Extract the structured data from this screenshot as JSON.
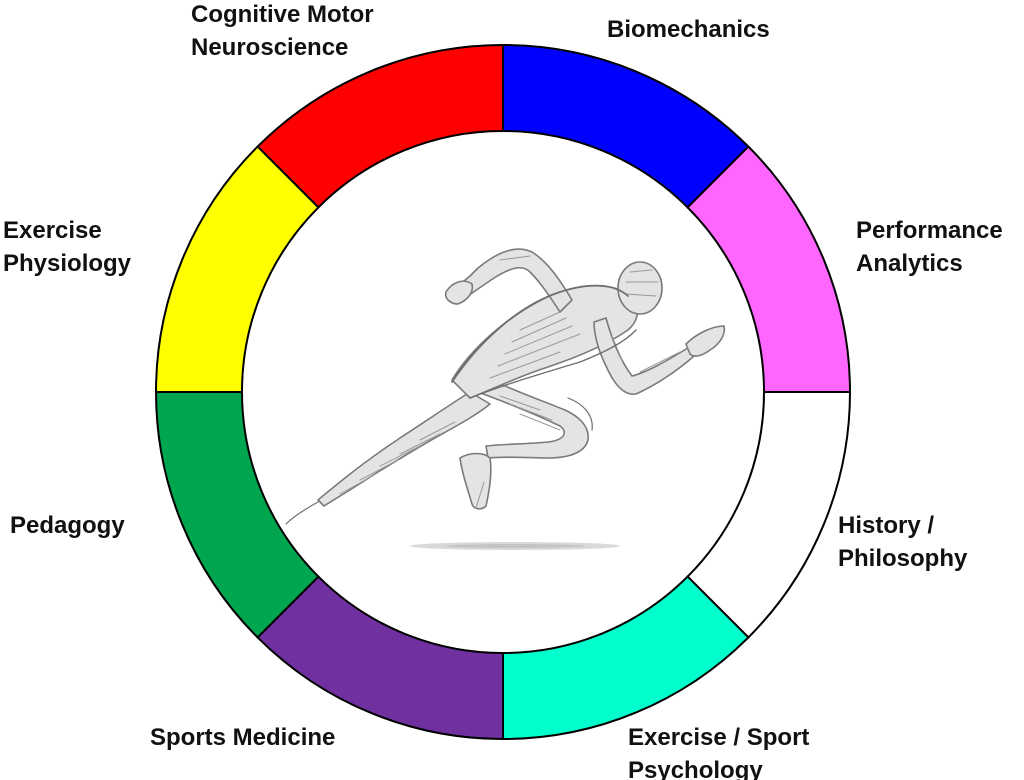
{
  "segments": [
    {
      "id": "cognitive-motor-neuroscience",
      "lines": [
        "Cognitive Motor",
        "Neuroscience"
      ],
      "color": "#ff0000"
    },
    {
      "id": "biomechanics",
      "lines": [
        "Biomechanics"
      ],
      "color": "#0000ff"
    },
    {
      "id": "performance-analytics",
      "lines": [
        "Performance",
        "Analytics"
      ],
      "color": "#ff66ff"
    },
    {
      "id": "history-philosophy",
      "lines": [
        "History /",
        "Philosophy"
      ],
      "color": "#ffffff"
    },
    {
      "id": "exercise-sport-psychology",
      "lines": [
        "Exercise / Sport",
        "Psychology"
      ],
      "color": "#00ffcc"
    },
    {
      "id": "sports-medicine",
      "lines": [
        "Sports Medicine"
      ],
      "color": "#7030a0"
    },
    {
      "id": "pedagogy",
      "lines": [
        "Pedagogy"
      ],
      "color": "#00a550"
    },
    {
      "id": "exercise-physiology",
      "lines": [
        "Exercise",
        "Physiology"
      ],
      "color": "#ffff00"
    }
  ],
  "center_image": {
    "subject": "sprinter-sketch"
  }
}
